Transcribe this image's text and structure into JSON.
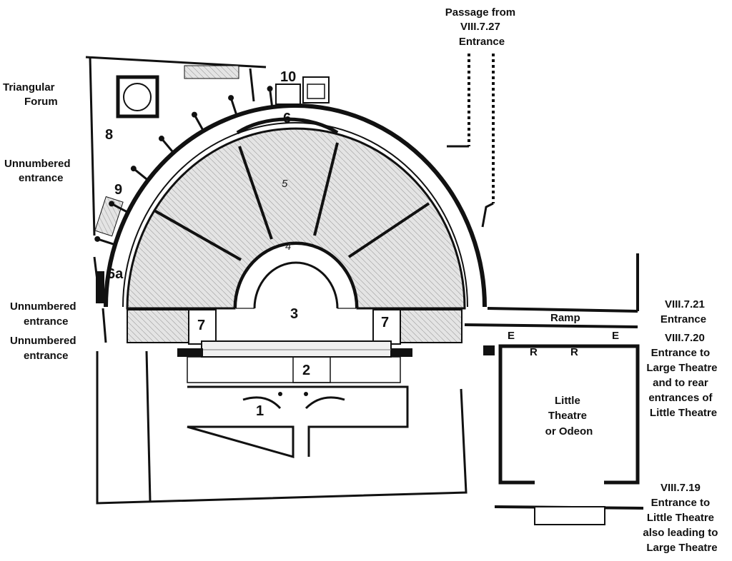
{
  "labels": {
    "triangular_forum": [
      "Triangular",
      "Forum"
    ],
    "unnumbered_1": [
      "Unnumbered",
      "entrance"
    ],
    "unnumbered_2": [
      "Unnumbered",
      "entrance"
    ],
    "unnumbered_3": [
      "Unnumbered",
      "entrance"
    ],
    "passage": [
      "Passage from",
      "VIII.7.27",
      "Entrance"
    ],
    "viii_7_21": [
      "VIII.7.21",
      "Entrance"
    ],
    "viii_7_20": [
      "VIII.7.20",
      "Entrance to",
      "Large Theatre",
      "and to rear",
      "entrances of",
      "Little Theatre"
    ],
    "viii_7_19": [
      "VIII.7.19",
      "Entrance to",
      "Little Theatre",
      "also leading to",
      "Large Theatre"
    ],
    "little_theatre": [
      "Little",
      "Theatre",
      "or Odeon"
    ],
    "ramp": "Ramp",
    "e_left": "E",
    "e_right": "E",
    "r_left": "R",
    "r_right": "R"
  },
  "numbers": {
    "n1": "1",
    "n2": "2",
    "n3": "3",
    "n4": "4",
    "n5": "5",
    "n6": "6",
    "n6a": "6a",
    "n7_left": "7",
    "n7_right": "7",
    "n8": "8",
    "n9": "9",
    "n10": "10"
  },
  "colors": {
    "ink": "#111111",
    "paper": "#ffffff",
    "seating": "#d9d9d9"
  }
}
